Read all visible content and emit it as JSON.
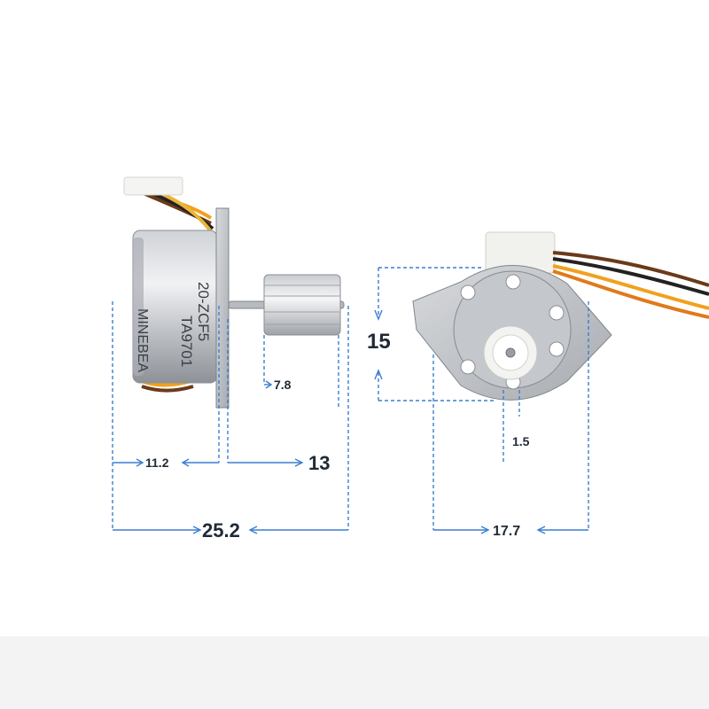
{
  "photo": {
    "subject": "micro-stepper-motor-with-pinion-gear",
    "background_color": "#ffffff",
    "dimension_line_color": "#3a7fd0"
  },
  "side_view": {
    "motor_markings": {
      "model_code": "20-ZCF5",
      "batch_code": "TA9701",
      "brand": "MINEBEA"
    },
    "dimensions": {
      "gear_length": "7.8",
      "body_width": "11.2",
      "shaft_length": "13",
      "total_length": "25.2"
    }
  },
  "front_view": {
    "dimensions": {
      "height": "15",
      "shaft_diameter": "1.5",
      "flange_width": "17.7"
    }
  }
}
